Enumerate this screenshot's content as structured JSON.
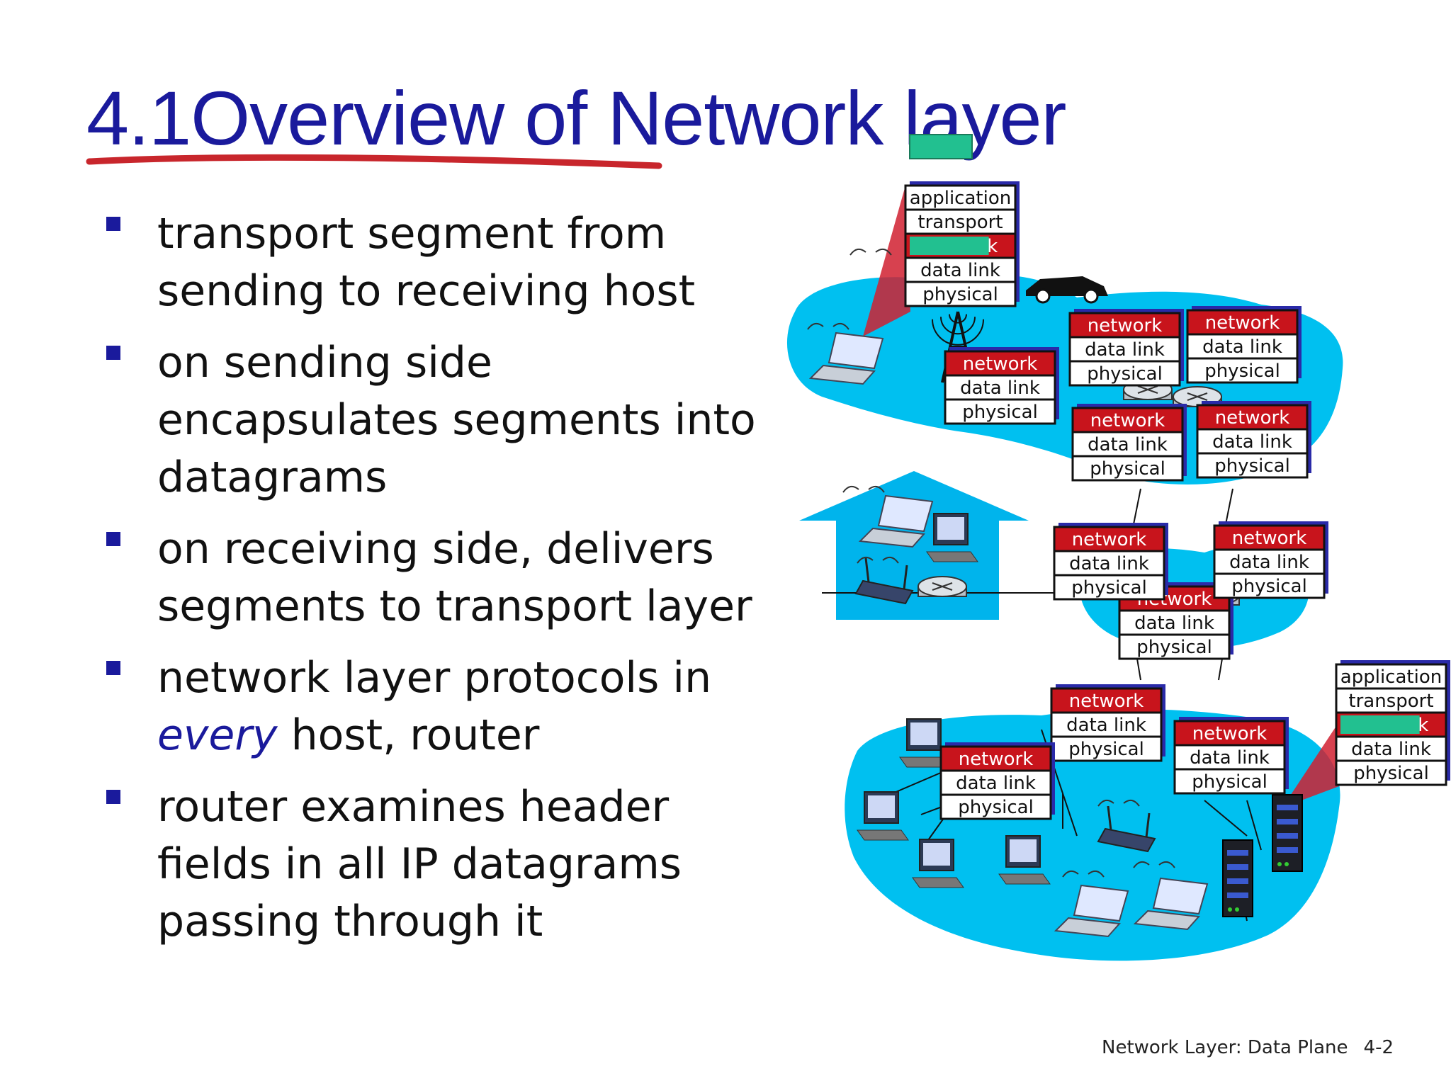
{
  "slide": {
    "title": "4.1Overview of Network layer",
    "bullets": [
      {
        "parts": [
          {
            "text": "transport segment from sending to receiving host",
            "em": false
          }
        ]
      },
      {
        "parts": [
          {
            "text": "on sending side encapsulates segments into datagrams",
            "em": false
          }
        ]
      },
      {
        "parts": [
          {
            "text": "on receiving side, delivers segments to transport layer",
            "em": false
          }
        ]
      },
      {
        "parts": [
          {
            "text": "network layer protocols in ",
            "em": false
          },
          {
            "text": "every",
            "em": true
          },
          {
            "text": " host, router",
            "em": false
          }
        ]
      },
      {
        "parts": [
          {
            "text": "router examines header fields in all IP datagrams passing through it",
            "em": false
          }
        ]
      }
    ],
    "footer": {
      "label": "Network Layer: Data Plane",
      "page": "4-2"
    }
  },
  "diagram": {
    "layers": {
      "application": "application",
      "transport": "transport",
      "network": "network",
      "data_link": "data link",
      "physical": "physical"
    },
    "colors": {
      "network_fill": "#c8141c",
      "cloud_fill": "#00c0f0",
      "title_blue": "#1a1a9c",
      "bullet_blue": "#1a1a9c",
      "underline_red": "#c8262c",
      "highlight_green": "#22c090"
    }
  }
}
